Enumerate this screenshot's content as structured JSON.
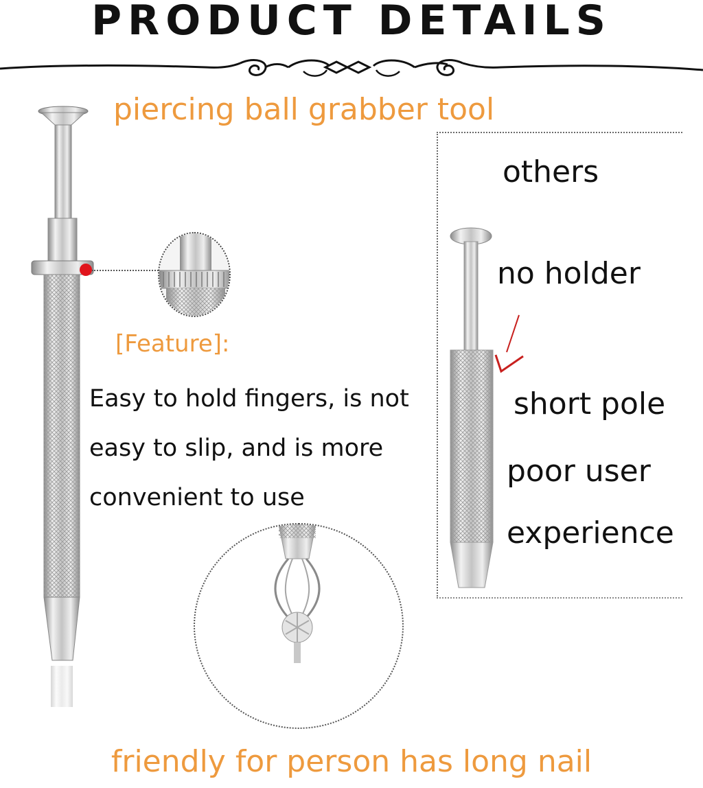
{
  "header": {
    "title": "PRODUCT DETAILS"
  },
  "main": {
    "subtitle": "piercing ball grabber tool",
    "feature_label": "[Feature]:",
    "feature_lines": [
      "Easy to hold fingers, is not",
      "easy to slip, and is more",
      "convenient to use"
    ]
  },
  "comparison": {
    "others": "others",
    "no_holder": "no holder",
    "short_pole": "short pole",
    "poor_user": "poor user",
    "experience": "experience"
  },
  "footer": {
    "text": "friendly for person has long nail"
  },
  "colors": {
    "accent": "#ee9a3e",
    "text": "#111111",
    "marker_dot": "#e0141c",
    "arrow": "#c8201e"
  }
}
